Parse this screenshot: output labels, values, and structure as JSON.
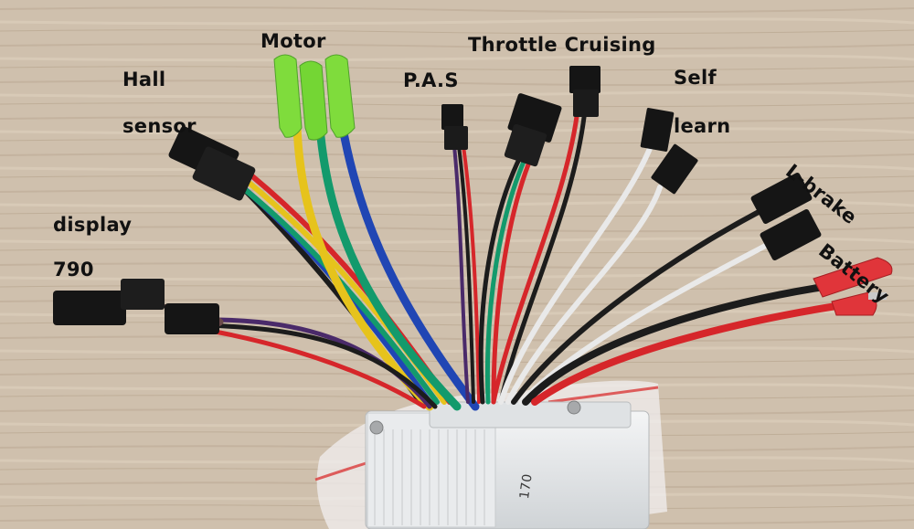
{
  "labels": {
    "hall": "Hall",
    "sensor": "sensor",
    "motor": "Motor",
    "pas": "P.A.S",
    "throttle_cruising": "Throttle Cruising",
    "self": "Self",
    "learn": "learn",
    "display": "display",
    "display_model": "790",
    "lbrake": "L-brake",
    "battery": "Battery",
    "case_marking": "170"
  },
  "colors": {
    "background": "#cfc0ad",
    "wire_yellow": "#e6c31c",
    "wire_green": "#139a6c",
    "wire_blue": "#2046b4",
    "wire_red": "#d6262a",
    "wire_black": "#1c1c1c",
    "wire_white": "#e9e9e9",
    "wire_purple": "#4a2a6a",
    "connector_black": "#151515",
    "motor_sleeve_green": "#7fdc3c",
    "battery_terminal_red": "#e0353a",
    "controller_body": "#e6e8ea"
  }
}
